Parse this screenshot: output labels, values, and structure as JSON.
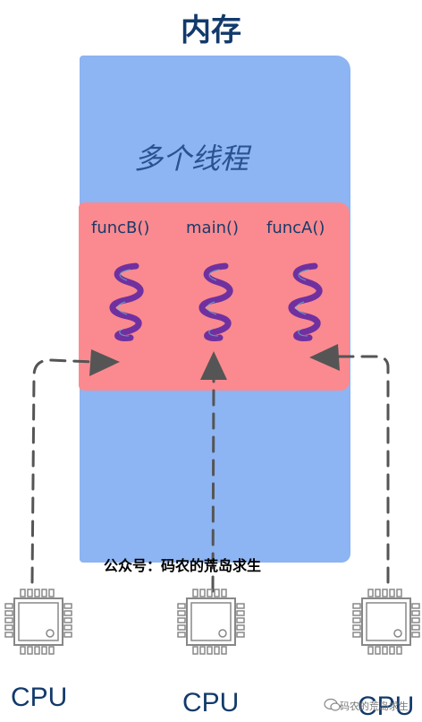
{
  "title": "内存",
  "threads_label": "多个线程",
  "functions": [
    "funcB()",
    "main()",
    "funcA()"
  ],
  "cpu_label": "CPU",
  "caption": "公众号：码农的荒岛求生",
  "watermark": "码农的荒岛求生",
  "colors": {
    "memory_block": "#8db4f3",
    "thread_block": "#fa8a8f",
    "thread_squiggle": "#7030a0",
    "arrow": "#555555",
    "text_dark": "#123a6b"
  },
  "icons": [
    "cpu-chip-icon",
    "thread-squiggle-icon",
    "dashed-arrow-icon",
    "wechat-icon"
  ]
}
